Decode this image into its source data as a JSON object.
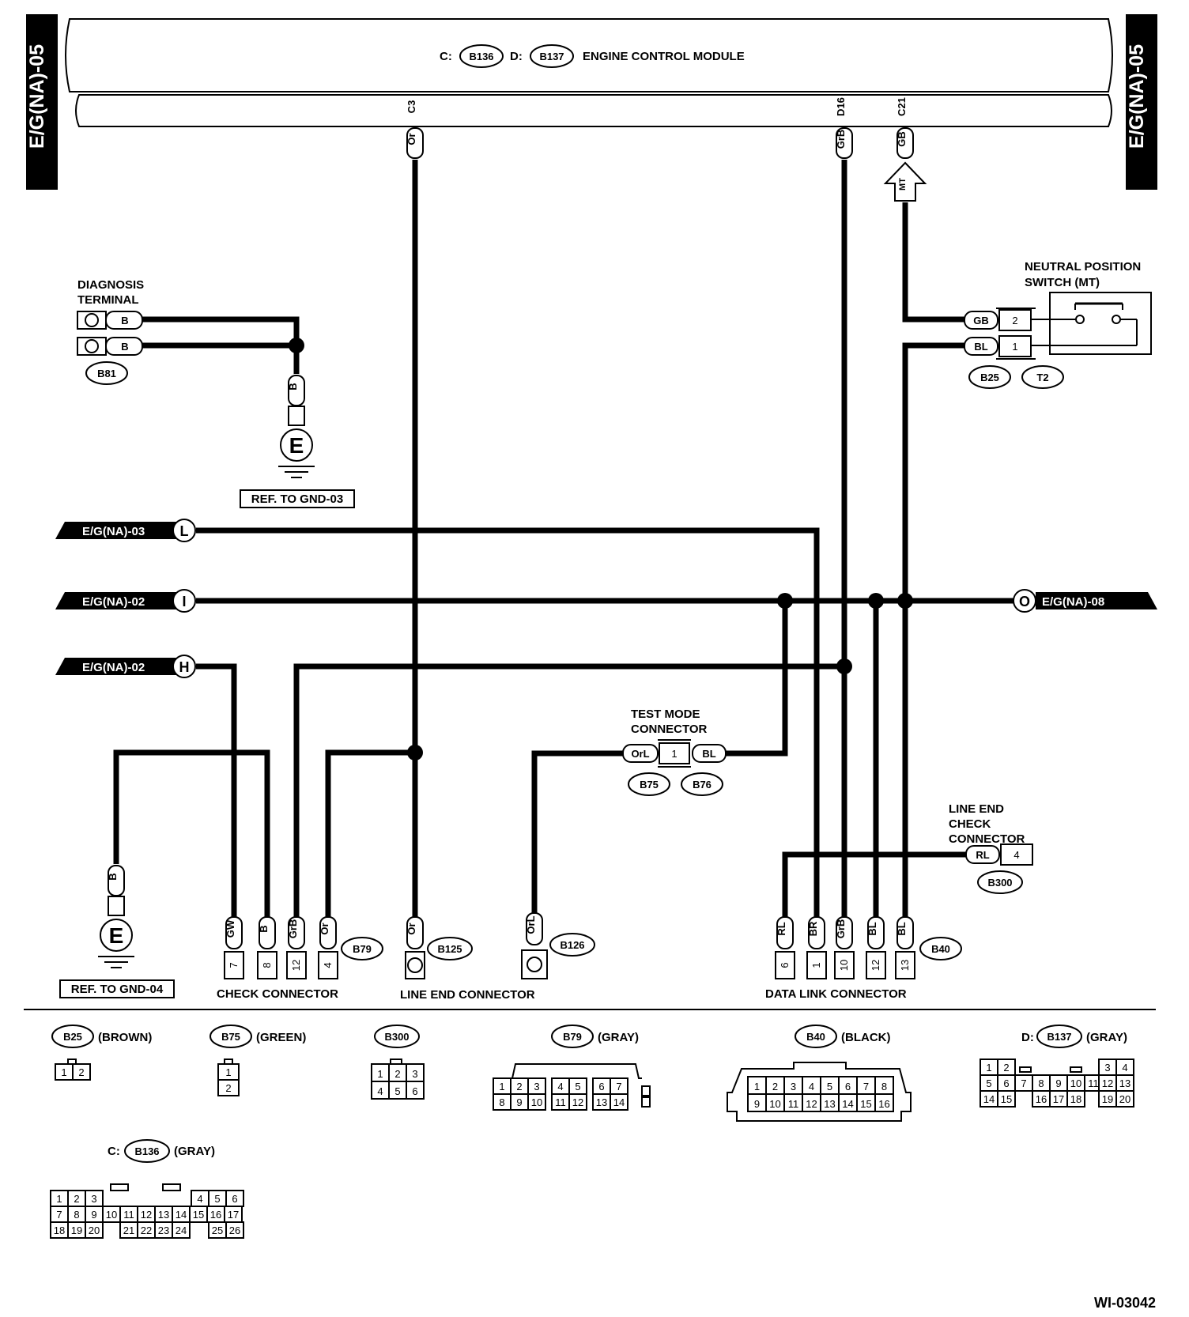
{
  "side_tag": "E/G(NA)-05",
  "ecm": {
    "c_prefix": "C:",
    "c_conn": "B136",
    "d_prefix": "D:",
    "d_conn": "B137",
    "title": "ENGINE CONTROL MODULE",
    "pins": [
      {
        "pin": "C3",
        "color": "Or"
      },
      {
        "pin": "D16",
        "color": "GrB"
      },
      {
        "pin": "C21",
        "color": "GB"
      }
    ],
    "mt_tag": "MT"
  },
  "diagnosis": {
    "title_line1": "DIAGNOSIS",
    "title_line2": "TERMINAL",
    "wire1": "B",
    "wire2": "B",
    "conn": "B81",
    "ground_wire": "B",
    "ground_symbol": "E",
    "ref": "REF. TO GND-03"
  },
  "neutral_switch": {
    "title_line1": "NEUTRAL POSITION",
    "title_line2": "SWITCH (MT)",
    "wires": [
      {
        "color": "GB",
        "pin": "2"
      },
      {
        "color": "BL",
        "pin": "1"
      }
    ],
    "conn_a": "B25",
    "conn_b": "T2"
  },
  "refs": [
    {
      "label": "E/G(NA)-03",
      "letter": "L"
    },
    {
      "label": "E/G(NA)-02",
      "letter": "I"
    },
    {
      "label": "E/G(NA)-02",
      "letter": "H"
    },
    {
      "label": "E/G(NA)-08",
      "letter": "O"
    }
  ],
  "test_mode": {
    "title_line1": "TEST MODE",
    "title_line2": "CONNECTOR",
    "left_color": "OrL",
    "pin": "1",
    "right_color": "BL",
    "conn_a": "B75",
    "conn_b": "B76"
  },
  "line_end_check": {
    "title_line1": "LINE END",
    "title_line2": "CHECK",
    "title_line3": "CONNECTOR",
    "color": "RL",
    "pin": "4",
    "conn": "B300"
  },
  "ground2": {
    "wire": "B",
    "symbol": "E",
    "ref": "REF. TO GND-04"
  },
  "check_connector": {
    "title": "CHECK CONNECTOR",
    "conn": "B79",
    "wires": [
      {
        "color": "GW",
        "pin": "7"
      },
      {
        "color": "B",
        "pin": "8"
      },
      {
        "color": "GrB",
        "pin": "12"
      },
      {
        "color": "Or",
        "pin": "4"
      }
    ]
  },
  "line_end_connector": {
    "title": "LINE END CONNECTOR",
    "a": {
      "color": "Or",
      "conn": "B125"
    },
    "b": {
      "color": "OrL",
      "conn": "B126"
    }
  },
  "data_link": {
    "title": "DATA LINK CONNECTOR",
    "conn": "B40",
    "wires": [
      {
        "color": "RL",
        "pin": "6"
      },
      {
        "color": "BR",
        "pin": "1"
      },
      {
        "color": "GrB",
        "pin": "10"
      },
      {
        "color": "BL",
        "pin": "12"
      },
      {
        "color": "BL",
        "pin": "13"
      }
    ]
  },
  "connector_views": {
    "b25": {
      "id": "B25",
      "color": "(BROWN)",
      "pins": [
        "1",
        "2"
      ]
    },
    "b75": {
      "id": "B75",
      "color": "(GREEN)",
      "pins": [
        "1",
        "2"
      ]
    },
    "b300": {
      "id": "B300",
      "color": "",
      "pins": [
        "1",
        "2",
        "3",
        "4",
        "5",
        "6"
      ]
    },
    "b79": {
      "id": "B79",
      "color": "(GRAY)",
      "pins": [
        "1",
        "2",
        "3",
        "4",
        "5",
        "6",
        "7",
        "8",
        "9",
        "10",
        "11",
        "12",
        "13",
        "14"
      ]
    },
    "b40": {
      "id": "B40",
      "color": "(BLACK)",
      "pins": [
        "1",
        "2",
        "3",
        "4",
        "5",
        "6",
        "7",
        "8",
        "9",
        "10",
        "11",
        "12",
        "13",
        "14",
        "15",
        "16"
      ]
    },
    "b137": {
      "id": "B137",
      "prefix": "D:",
      "color": "(GRAY)",
      "pins": [
        "1",
        "2",
        "3",
        "4",
        "5",
        "6",
        "7",
        "8",
        "9",
        "10",
        "11",
        "12",
        "13",
        "14",
        "15",
        "16",
        "17",
        "18",
        "19",
        "20"
      ]
    },
    "b136": {
      "id": "B136",
      "prefix": "C:",
      "color": "(GRAY)",
      "pins": [
        "1",
        "2",
        "3",
        "4",
        "5",
        "6",
        "7",
        "8",
        "9",
        "10",
        "11",
        "12",
        "13",
        "14",
        "15",
        "16",
        "17",
        "18",
        "19",
        "20",
        "21",
        "22",
        "23",
        "24",
        "25",
        "26"
      ]
    }
  },
  "figure_id": "WI-03042"
}
